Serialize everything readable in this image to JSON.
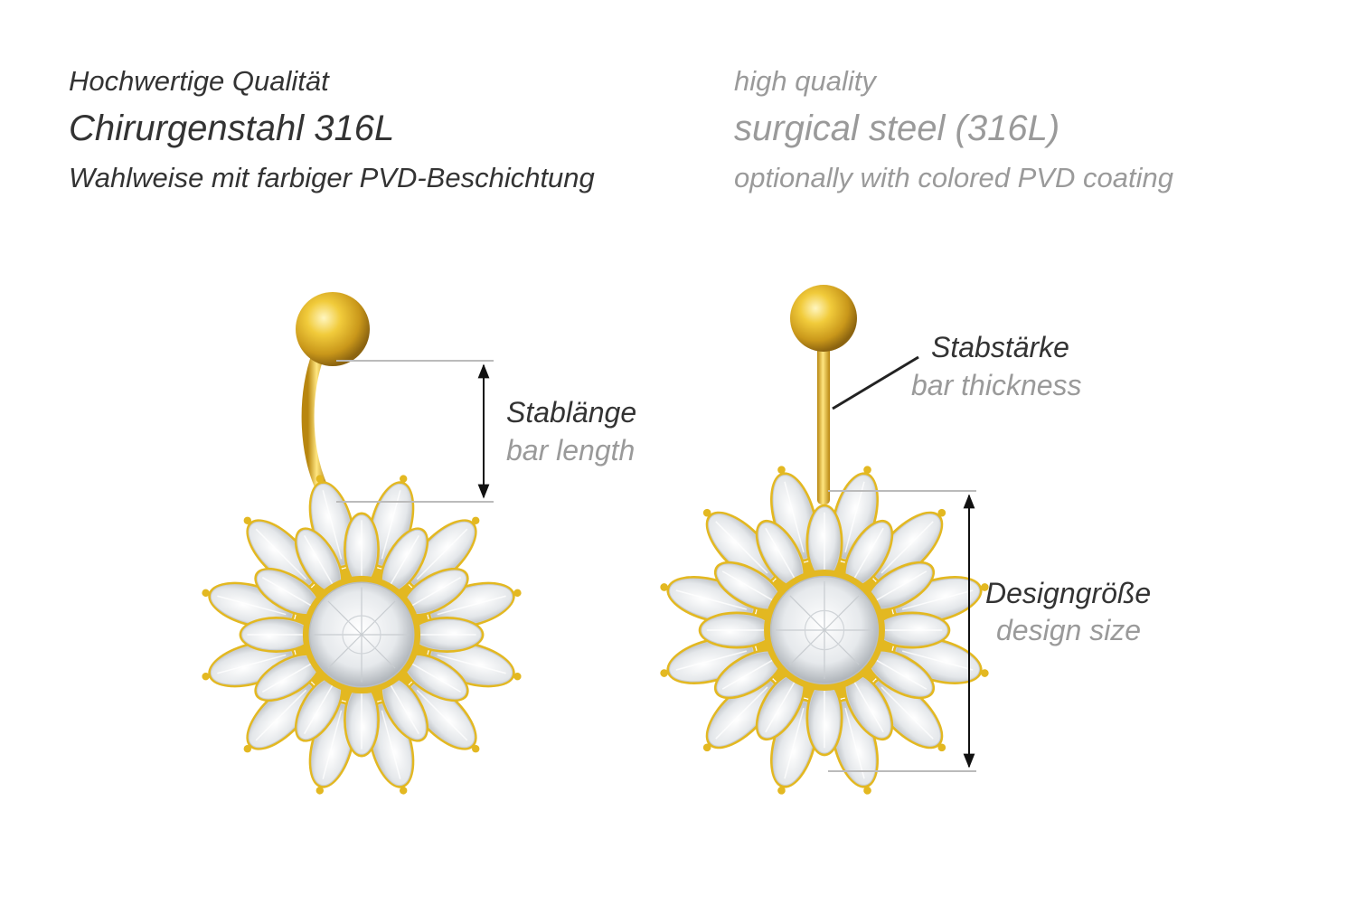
{
  "header": {
    "de": {
      "line1": "Hochwertige Qualität",
      "line2": "Chirurgenstahl 316L",
      "line3": "Wahlweise mit farbiger PVD-Beschichtung"
    },
    "en": {
      "line1": "high quality",
      "line2": "surgical steel (316L)",
      "line3": "optionally with colored PVD coating"
    }
  },
  "annotations": {
    "bar_length": {
      "de": "Stablänge",
      "en": "bar length"
    },
    "bar_thickness": {
      "de": "Stabstärke",
      "en": "bar thickness"
    },
    "design_size": {
      "de": "Designgröße",
      "en": "design size"
    }
  },
  "colors": {
    "text_de": "#333333",
    "text_en": "#9a9a9a",
    "gold": "#e3b821",
    "gem": "#e8ebee",
    "guide_line": "#bbbbbb",
    "arrow": "#111111"
  },
  "illustrations": {
    "left": "curved-navel-piercing-sunflower",
    "right": "straight-navel-piercing-sunflower"
  }
}
